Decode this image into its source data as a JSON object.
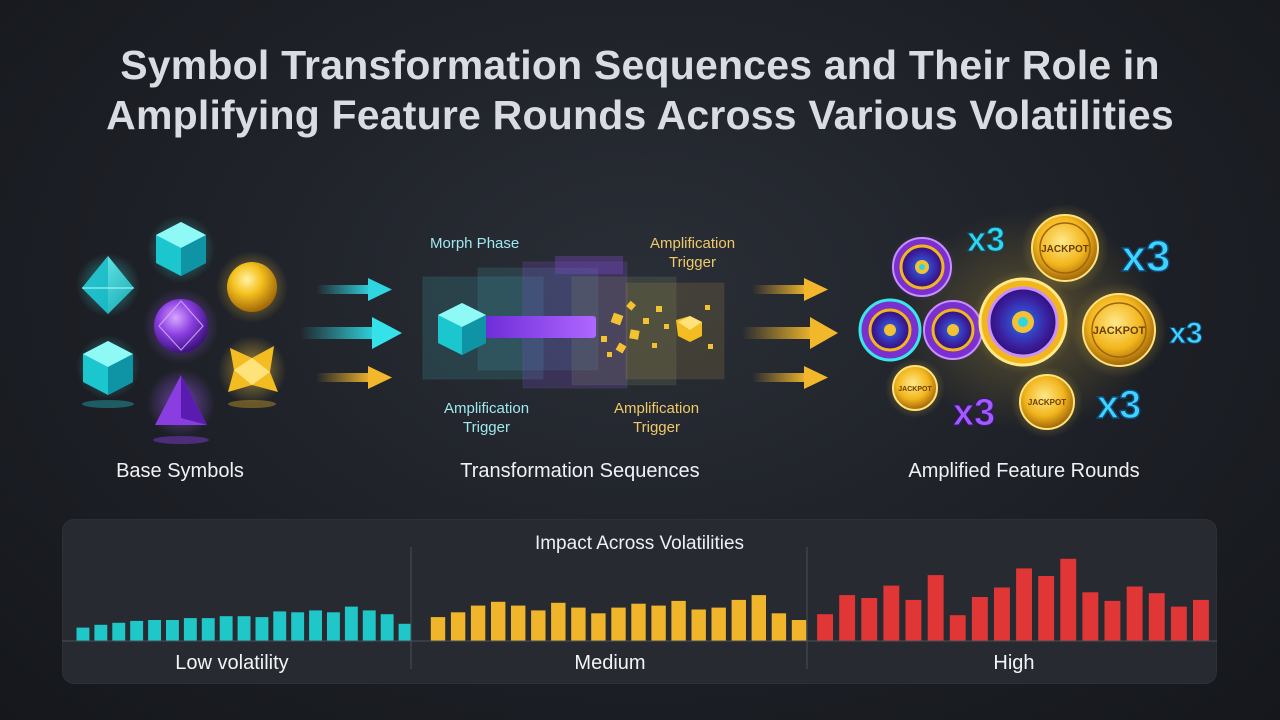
{
  "title": {
    "line1": "Symbol Transformation Sequences and Their Role in",
    "line2": "Amplifying Feature Rounds Across Various Volatilities"
  },
  "sections": {
    "base": "Base Symbols",
    "transform": "Transformation Sequences",
    "amplified": "Amplified Feature Rounds"
  },
  "transform_labels": {
    "morph": "Morph Phase",
    "amp_top_line1": "Amplification",
    "amp_top_line2": "Trigger",
    "amp_left_line1": "Amplification",
    "amp_left_line2": "Trigger",
    "amp_right_line1": "Amplification",
    "amp_right_line2": "Trigger"
  },
  "amplified_badges": {
    "multiplier": "x3",
    "jackpot": "JACKPOT"
  },
  "icons": [
    "cyan-octahedron-icon",
    "cyan-cube-icon",
    "gold-sphere-icon",
    "purple-orb-icon",
    "cyan-cube-icon",
    "gold-star-gem-icon",
    "purple-pyramid-icon",
    "arrow-right-icon",
    "wheel-coin-icon",
    "jackpot-coin-icon"
  ],
  "colors": {
    "cyan": "#29d3d6",
    "gold": "#f2b828",
    "red": "#e23b3b",
    "purple": "#8a3de0"
  },
  "chart_data": {
    "type": "bar",
    "title": "Impact Across Volatilities",
    "groups": [
      {
        "name": "Low volatility",
        "color": "#1fc7c9",
        "values": [
          14,
          17,
          19,
          21,
          22,
          22,
          24,
          24,
          26,
          26,
          25,
          31,
          30,
          32,
          30,
          36,
          32,
          28,
          18
        ]
      },
      {
        "name": "Medium",
        "color": "#f0b52a",
        "values": [
          25,
          30,
          37,
          41,
          37,
          32,
          40,
          35,
          29,
          35,
          39,
          37,
          42,
          33,
          35,
          43,
          48,
          29,
          22
        ]
      },
      {
        "name": "High",
        "color": "#e03636",
        "values": [
          28,
          48,
          45,
          58,
          43,
          69,
          27,
          46,
          56,
          76,
          68,
          86,
          51,
          42,
          57,
          50,
          36,
          43
        ]
      }
    ],
    "ylim": [
      0,
      90
    ]
  }
}
